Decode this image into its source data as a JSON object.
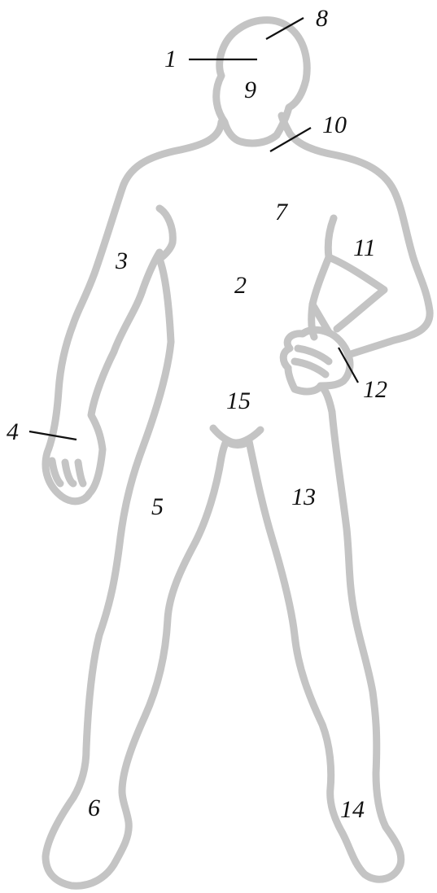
{
  "colors": {
    "outline": "#c4c4c4",
    "label": "#111111",
    "background": "#ffffff"
  },
  "labels": {
    "l1": "1",
    "l2": "2",
    "l3": "3",
    "l4": "4",
    "l5": "5",
    "l6": "6",
    "l7": "7",
    "l8": "8",
    "l9": "9",
    "l10": "10",
    "l11": "11",
    "l12": "12",
    "l13": "13",
    "l14": "14",
    "l15": "15"
  }
}
